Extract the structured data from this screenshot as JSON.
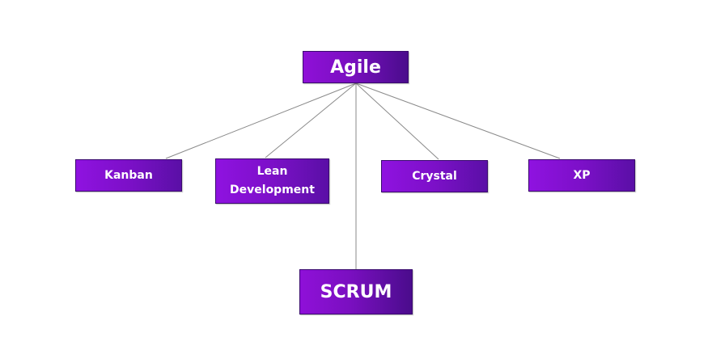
{
  "diagram": {
    "root": {
      "label": "Agile"
    },
    "children": [
      {
        "label": "Kanban"
      },
      {
        "label": "Lean Development"
      },
      {
        "label": "Crystal"
      },
      {
        "label": "XP"
      },
      {
        "label": "SCRUM"
      }
    ]
  },
  "colors": {
    "node_start": "#8f10d8",
    "node_end": "#4a0c8c",
    "node_text": "#ffffff",
    "connector": "#8a8a8a",
    "background": "#ffffff"
  }
}
